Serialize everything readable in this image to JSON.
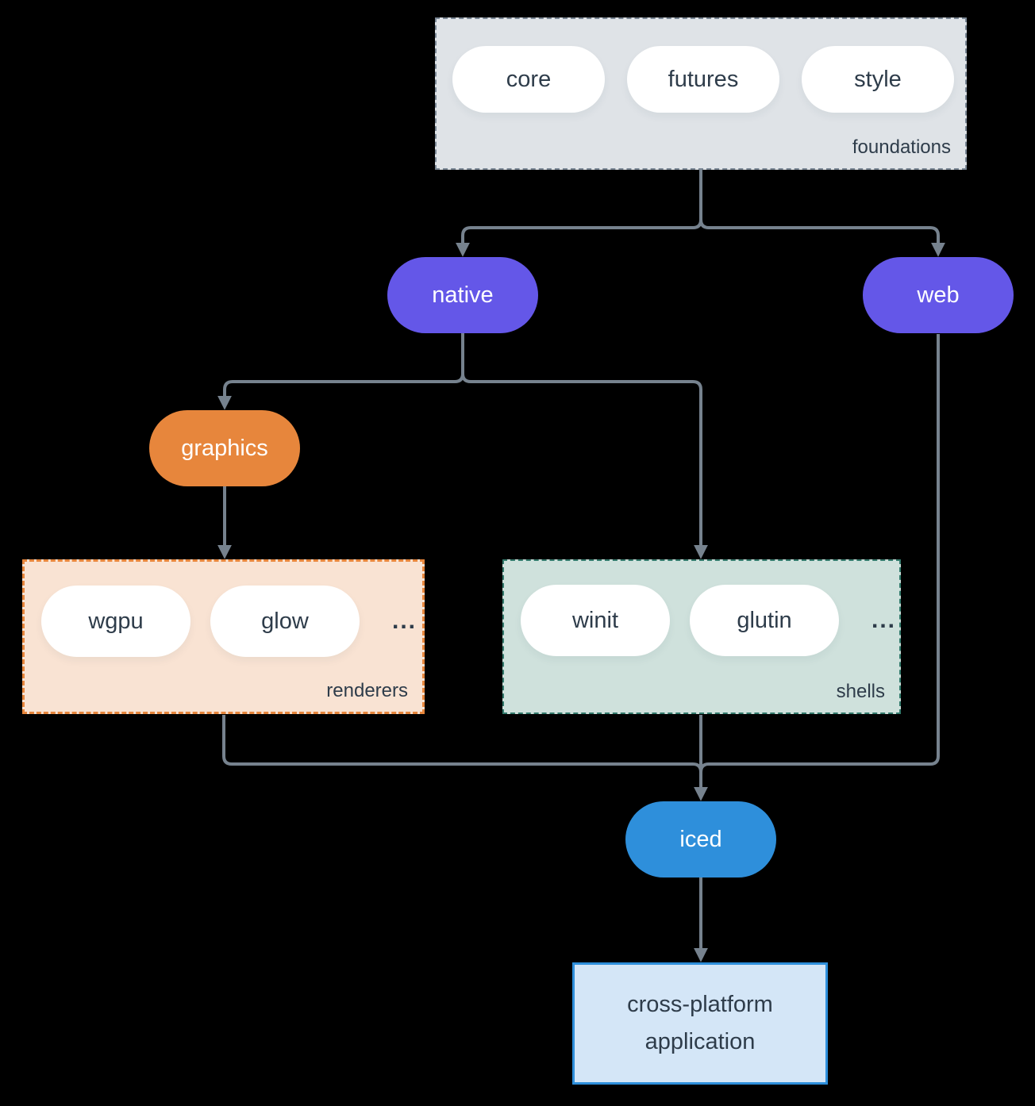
{
  "colors": {
    "background": "#000000",
    "connector": "#76828E",
    "text_dark": "#2E3C4A",
    "pill_white": "#FFFFFF",
    "purple": "#6457E8",
    "orange": "#E7863C",
    "blue": "#2E8FDB",
    "foundations_fill": "#DFE3E7",
    "foundations_border": "#7A8795",
    "renderers_fill": "#F9E3D3",
    "renderers_border": "#E7863C",
    "shells_fill": "#CFE1DC",
    "shells_border": "#337A6C",
    "app_fill": "#D4E6F7",
    "app_border": "#2E8FDB"
  },
  "diagram": {
    "foundations": {
      "label": "foundations",
      "pills": [
        "core",
        "futures",
        "style"
      ]
    },
    "native": {
      "label": "native"
    },
    "web": {
      "label": "web"
    },
    "graphics": {
      "label": "graphics"
    },
    "renderers": {
      "label": "renderers",
      "pills": [
        "wgpu",
        "glow"
      ],
      "ellipsis": "..."
    },
    "shells": {
      "label": "shells",
      "pills": [
        "winit",
        "glutin"
      ],
      "ellipsis": "..."
    },
    "iced": {
      "label": "iced"
    },
    "application": {
      "label_line1": "cross-platform",
      "label_line2": "application"
    }
  }
}
